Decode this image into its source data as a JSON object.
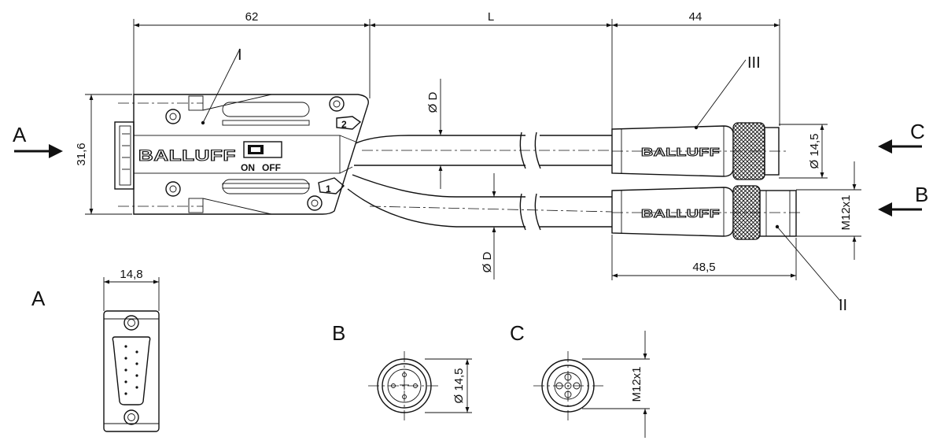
{
  "dimensions": {
    "top_length_connector": "62",
    "top_length_cable": "L",
    "top_length_plug": "44",
    "height": "31,6",
    "diameter_cable_1": "Ø D",
    "diameter_cable_2": "Ø D",
    "diameter_plug": "Ø 14,5",
    "thread": "M12x1",
    "length_m12": "48,5",
    "view_a_width": "14,8",
    "view_b_diameter": "Ø 14,5",
    "view_c_thread": "M12x1"
  },
  "labels": {
    "part_i": "I",
    "part_ii": "II",
    "part_iii": "III",
    "view_a": "A",
    "view_b": "B",
    "view_c": "C",
    "arrow_a": "A",
    "arrow_b": "B",
    "arrow_c": "C"
  },
  "markings": {
    "brand_connector": "BALLUFF",
    "brand_plug_top": "BALLUFF",
    "brand_plug_bottom": "BALLUFF",
    "switch_on": "ON",
    "switch_off": "OFF",
    "port_1": "1",
    "port_2": "2"
  }
}
